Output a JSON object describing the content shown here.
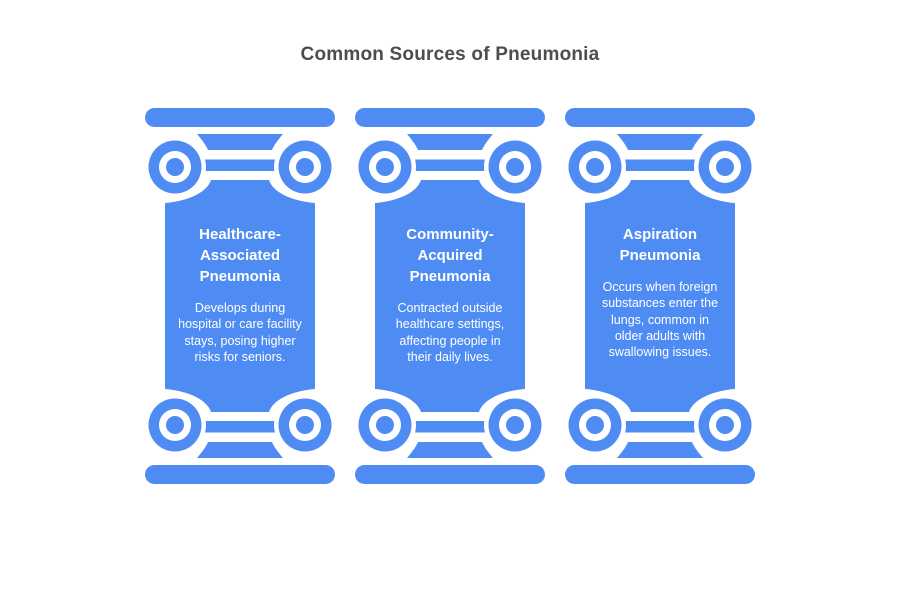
{
  "page": {
    "title": "Common Sources of Pneumonia"
  },
  "theme": {
    "pillar_color": "#4e8cf4",
    "pillar_text_color": "#ffffff",
    "heading_color": "#4d4d4d",
    "background_color": "#ffffff"
  },
  "columns": [
    {
      "title": "Healthcare-Associated Pneumonia",
      "description": "Develops during hospital or care facility stays, posing higher risks for seniors."
    },
    {
      "title": "Community-Acquired Pneumonia",
      "description": "Contracted outside healthcare settings, affecting people in their daily lives."
    },
    {
      "title": "Aspiration Pneumonia",
      "description": "Occurs when foreign substances enter the lungs, common in older adults with swallowing issues."
    }
  ],
  "icons": {
    "top": "pillar-capital-icon",
    "bottom": "pillar-base-icon"
  }
}
